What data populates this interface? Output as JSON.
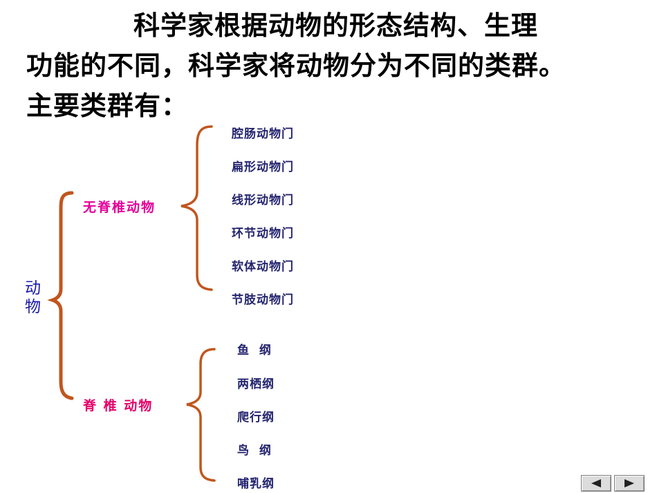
{
  "intro": {
    "line1": "科学家根据动物的形态结构、生理",
    "line2": "功能的不同，科学家将动物分为不同的类群。",
    "line3": "主要类群有："
  },
  "root_label": "动\n物",
  "invertebrates": {
    "label": "无脊椎动物",
    "items": [
      "腔肠动物门",
      "扁形动物门",
      "线形动物门",
      "环节动物门",
      "软体动物门",
      "节肢动物门"
    ]
  },
  "vertebrates": {
    "label": "脊 椎 动物",
    "items": [
      "鱼  纲",
      "两栖纲",
      "爬行纲",
      "鸟  纲",
      "哺乳纲"
    ]
  },
  "colors": {
    "bracket": "#c0561e",
    "root_text": "#1a1aa8",
    "invertebrate_label": "#e6009a",
    "vertebrate_label": "#e6006a",
    "item_text": "#23236e"
  },
  "nav": {
    "prev_icon": "triangle-left-icon",
    "next_icon": "triangle-right-icon"
  }
}
